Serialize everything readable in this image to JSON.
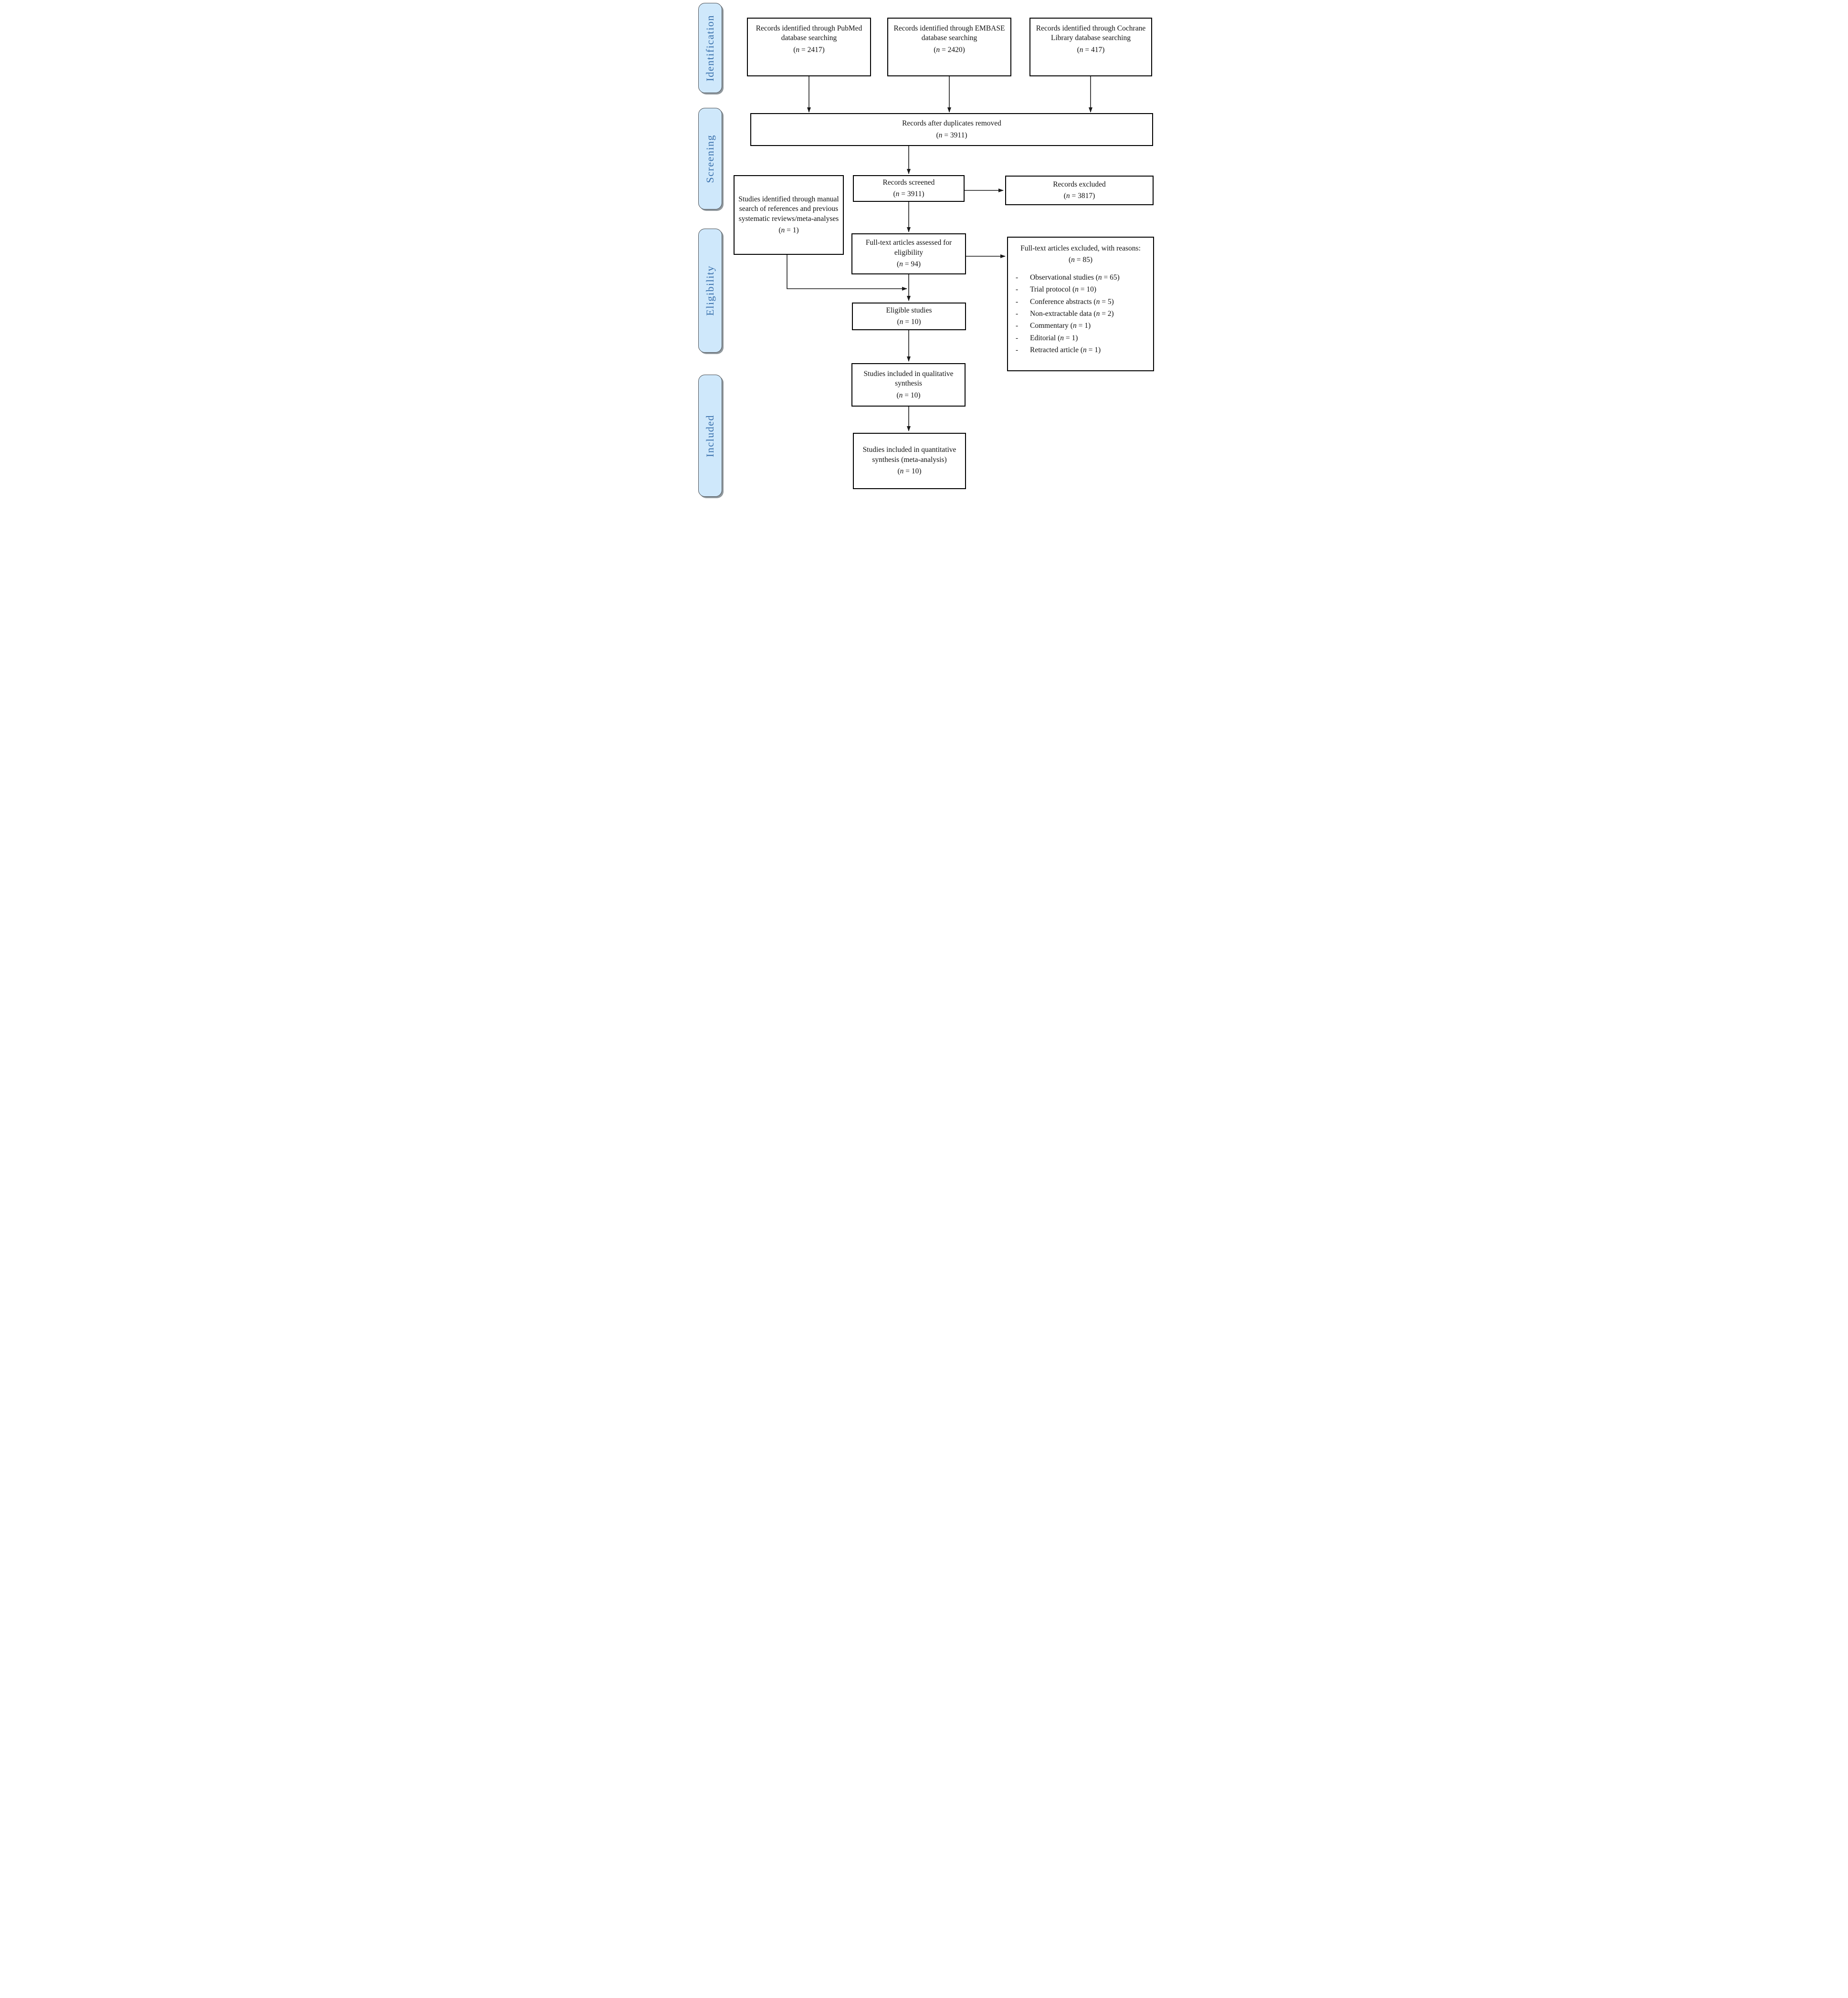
{
  "sidebar": {
    "fill_color": "#cfe8fb",
    "text_color": "#3a71ad",
    "stages": [
      {
        "id": "identification",
        "label": "Identification"
      },
      {
        "id": "screening",
        "label": "Screening"
      },
      {
        "id": "eligibility",
        "label": "Eligibility"
      },
      {
        "id": "included",
        "label": "Included"
      }
    ]
  },
  "boxes": {
    "pubmed": {
      "text": "Records identified through PubMed database searching",
      "count": "(n = 2417)"
    },
    "embase": {
      "text": "Records identified through EMBASE database searching",
      "count": "(n = 2420)"
    },
    "cochrane": {
      "text": "Records identified through Cochrane Library database searching",
      "count": "(n = 417)"
    },
    "duplicates": {
      "text": "Records after duplicates removed",
      "count": "(n = 3911)"
    },
    "manual": {
      "text": "Studies identified through manual search of references and previous systematic reviews/meta-analyses",
      "count": "(n = 1)"
    },
    "screened": {
      "text": "Records screened",
      "count": "(n = 3911)"
    },
    "records_excluded": {
      "text": "Records excluded",
      "count": "(n = 3817)"
    },
    "fulltext": {
      "text": "Full-text articles assessed for eligibility",
      "count": "(n = 94)"
    },
    "fulltext_excluded": {
      "heading": "Full-text articles excluded, with reasons:",
      "count": "(n = 85)",
      "reasons": [
        "Observational studies (n = 65)",
        "Trial protocol (n = 10)",
        "Conference abstracts (n = 5)",
        "Non-extractable data (n = 2)",
        "Commentary (n = 1)",
        "Editorial (n = 1)",
        "Retracted article (n = 1)"
      ]
    },
    "eligible": {
      "text": "Eligible studies",
      "count": "(n = 10)"
    },
    "qualitative": {
      "text": "Studies included in qualitative synthesis",
      "count": "(n = 10)"
    },
    "quantitative": {
      "text": "Studies included in quantitative synthesis (meta-analysis)",
      "count": "(n = 10)"
    }
  }
}
